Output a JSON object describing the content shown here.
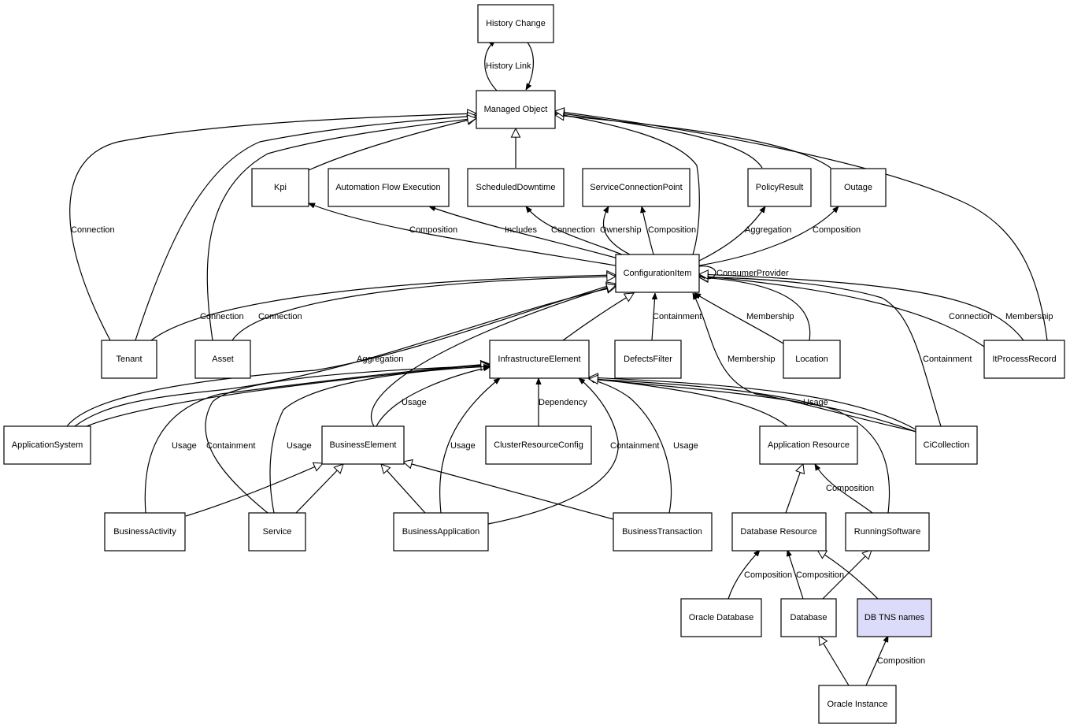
{
  "nodes": {
    "history_change": "History Change",
    "managed_object": "Managed Object",
    "kpi": "Kpi",
    "automation_flow_execution": "Automation Flow Execution",
    "scheduled_downtime": "ScheduledDowntime",
    "service_connection_point": "ServiceConnectionPoint",
    "policy_result": "PolicyResult",
    "outage": "Outage",
    "configuration_item": "ConfigurationItem",
    "tenant": "Tenant",
    "asset": "Asset",
    "infrastructure_element": "InfrastructureElement",
    "defects_filter": "DefectsFilter",
    "location": "Location",
    "it_process_record": "ItProcessRecord",
    "application_system": "ApplicationSystem",
    "business_element": "BusinessElement",
    "cluster_resource_config": "ClusterResourceConfig",
    "application_resource": "Application Resource",
    "ci_collection": "CiCollection",
    "business_activity": "BusinessActivity",
    "service": "Service",
    "business_application": "BusinessApplication",
    "business_transaction": "BusinessTransaction",
    "database_resource": "Database Resource",
    "running_software": "RunningSoftware",
    "oracle_database": "Oracle Database",
    "database": "Database",
    "db_tns_names": "DB TNS names",
    "oracle_instance": "Oracle Instance"
  },
  "edge_labels": {
    "history_link": "History Link",
    "connection_tenant": "Connection",
    "composition_kpi": "Composition",
    "includes": "Includes",
    "connection_sd": "Connection",
    "ownership": "Ownership",
    "composition_scp": "Composition",
    "aggregation_policy": "Aggregation",
    "composition_outage": "Composition",
    "consumer_provider": "ConsumerProvider",
    "connection_tenant_ci": "Connection",
    "connection_asset_ci": "Connection",
    "containment_defects": "Containment",
    "membership_location": "Membership",
    "connection_itpr": "Connection",
    "membership_itpr": "Membership",
    "aggregation_appsys": "Aggregation",
    "membership_cicoll": "Membership",
    "containment_cicoll": "Containment",
    "usage_business_element": "Usage",
    "dependency": "Dependency",
    "usage_cicoll": "Usage",
    "usage_business_activity": "Usage",
    "containment_service": "Containment",
    "usage_service": "Usage",
    "usage_business_application": "Usage",
    "containment_business_application": "Containment",
    "usage_business_transaction": "Usage",
    "composition_running_software": "Composition",
    "composition_oracle_database": "Composition",
    "composition_database": "Composition",
    "composition_oracle_instance": "Composition"
  },
  "colors": {
    "highlight_node_fill": "#dcdcfa",
    "stroke": "#000000",
    "background": "#ffffff"
  }
}
